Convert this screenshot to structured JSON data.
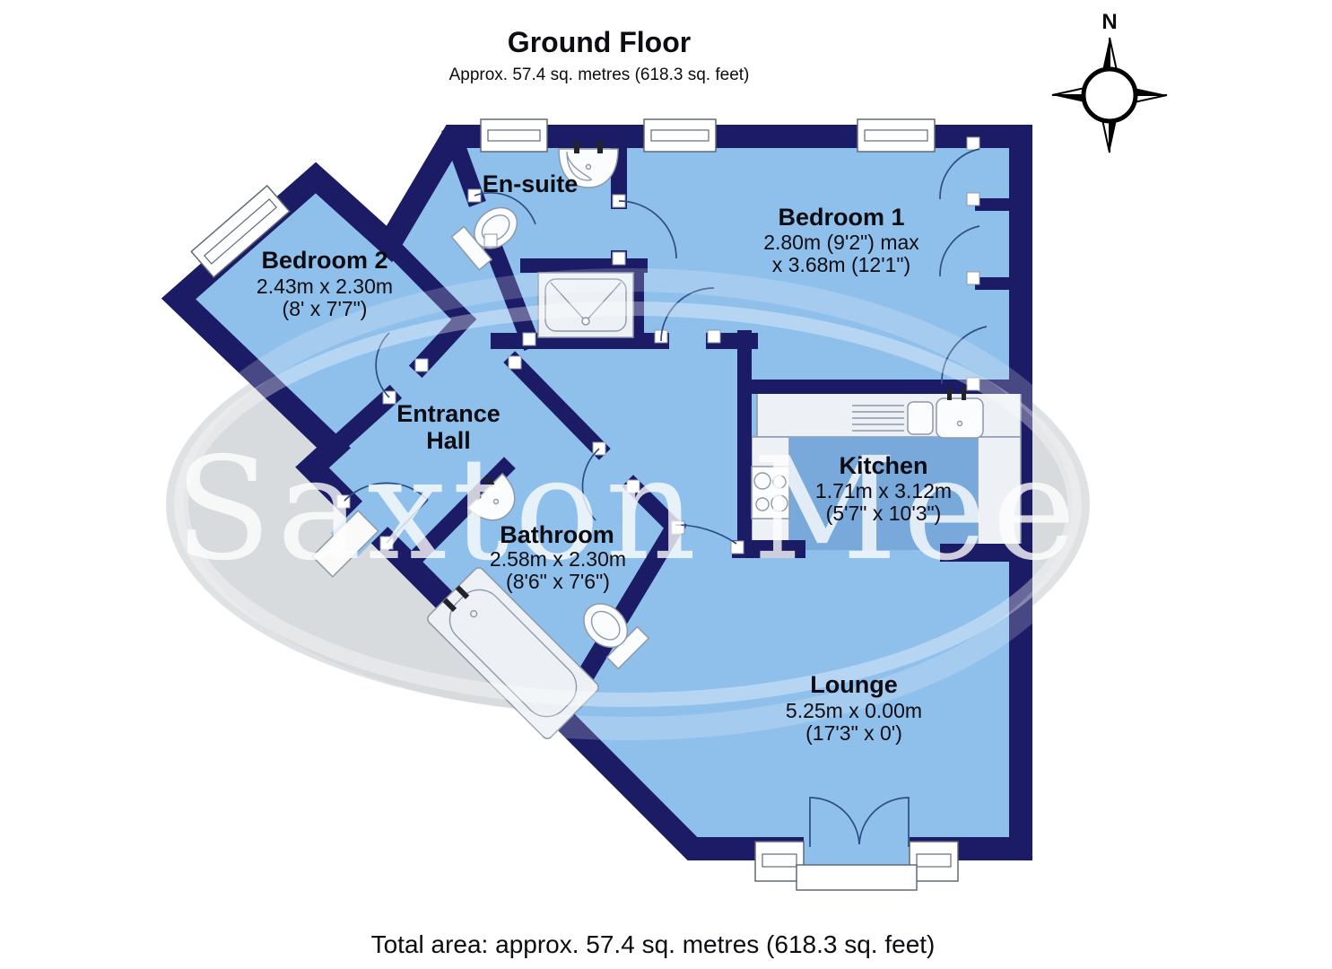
{
  "title": "Ground Floor",
  "subtitle": "Approx. 57.4 sq. metres (618.3 sq. feet)",
  "footer": "Total area: approx. 57.4 sq. metres (618.3 sq. feet)",
  "watermark": "Saxton Mee",
  "compass_label": "N",
  "rooms": {
    "bedroom2": {
      "name": "Bedroom 2",
      "metric": "2.43m x 2.30m",
      "imperial": "(8' x 7'7\")"
    },
    "ensuite": {
      "name": "En-suite"
    },
    "bedroom1": {
      "name": "Bedroom 1",
      "metric": "2.80m (9'2\") max",
      "imperial": "x 3.68m (12'1\")"
    },
    "entrance_hall": {
      "line1": "Entrance",
      "line2": "Hall"
    },
    "kitchen": {
      "name": "Kitchen",
      "metric": "1.71m x 3.12m",
      "imperial": "(5'7\" x 10'3\")"
    },
    "bathroom": {
      "name": "Bathroom",
      "metric": "2.58m x 2.30m",
      "imperial": "(8'6\" x 7'6\")"
    },
    "lounge": {
      "name": "Lounge",
      "metric": "5.25m x 0.00m",
      "imperial": "(17'3\" x 0')"
    }
  },
  "colors": {
    "wall": "#1b1b66",
    "room": "#8fc0eb",
    "kitchen_floor": "#79a9db",
    "fixture": "#edf1f6",
    "watermark_ellipse": "#d8dbde",
    "arc": "#2e4d86"
  }
}
